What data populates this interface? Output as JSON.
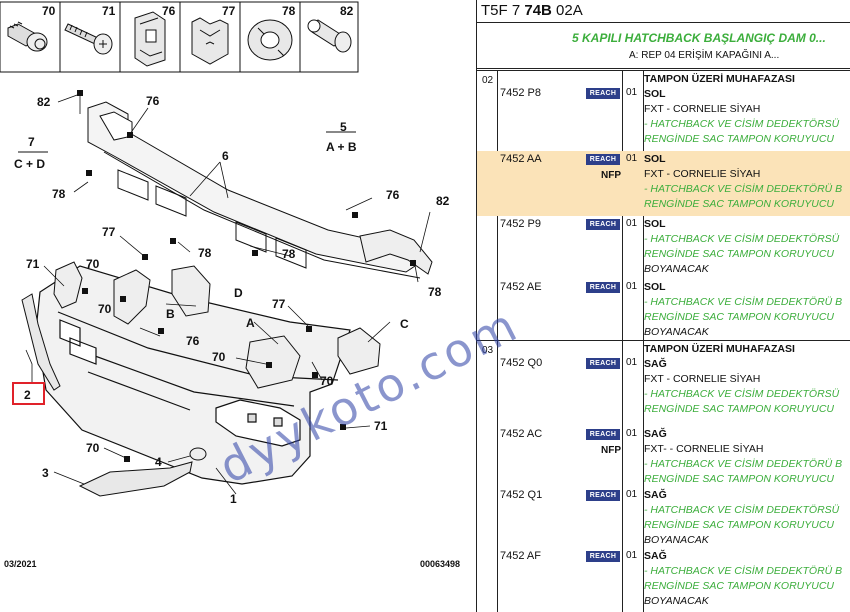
{
  "diagram": {
    "part_numbers": [
      "70",
      "71",
      "76",
      "77",
      "78",
      "82"
    ],
    "callouts": [
      "82",
      "76",
      "7",
      "C + D",
      "5",
      "A + B",
      "6",
      "78",
      "76",
      "82",
      "77",
      "78",
      "71",
      "70",
      "70",
      "D",
      "B",
      "78",
      "77",
      "A",
      "C",
      "76",
      "70",
      "70",
      "2",
      "71",
      "70",
      "4",
      "3",
      "1",
      "78"
    ],
    "date": "03/2021",
    "code": "00063498",
    "highlighted_item": "2"
  },
  "panel": {
    "ref_prefix": "T5F 7 ",
    "ref_bold": "74B",
    "ref_suffix": " 02A",
    "title": "5 KAPILI HATCHBACK BAŞLANGIÇ DAM 0...",
    "subtitle": "A: REP 04 ERİŞİM KAPAĞINI A...",
    "groups": [
      {
        "num": "02",
        "rows": [
          {
            "ref": "7452 P8",
            "reach": "REACH",
            "qty": "01",
            "nfp": "",
            "highlight": false,
            "lines": [
              [
                "h",
                "TAMPON ÜZERİ MUHAFAZASI"
              ],
              [
                "h",
                "SOL"
              ],
              [
                "n",
                "FXT - CORNELIE SİYAH"
              ],
              [
                "g",
                "- HATCHBACK VE CİSİM DEDEKTÖRSÜ"
              ],
              [
                "g",
                "RENGİNDE SAC TAMPON KORUYUCU"
              ]
            ]
          },
          {
            "ref": "7452 AA",
            "reach": "REACH",
            "qty": "01",
            "nfp": "NFP",
            "highlight": true,
            "lines": [
              [
                "h",
                "SOL"
              ],
              [
                "n",
                "FXT - CORNELIE SİYAH"
              ],
              [
                "g",
                "- HATCHBACK VE CİSİM DEDEKTÖRÜ B"
              ],
              [
                "g",
                "RENGİNDE SAC TAMPON KORUYUCU"
              ]
            ]
          },
          {
            "ref": "7452 P9",
            "reach": "REACH",
            "qty": "01",
            "nfp": "",
            "highlight": false,
            "lines": [
              [
                "h",
                "SOL"
              ],
              [
                "g",
                "- HATCHBACK VE CİSİM DEDEKTÖRSÜ"
              ],
              [
                "g",
                "RENGİNDE SAC TAMPON KORUYUCU"
              ],
              [
                "i",
                "BOYANACAK"
              ]
            ]
          },
          {
            "ref": "7452 AE",
            "reach": "REACH",
            "qty": "01",
            "nfp": "",
            "highlight": false,
            "lines": [
              [
                "h",
                "SOL"
              ],
              [
                "g",
                "- HATCHBACK VE CİSİM DEDEKTÖRÜ B"
              ],
              [
                "g",
                "RENGİNDE SAC TAMPON KORUYUCU"
              ],
              [
                "i",
                "BOYANACAK"
              ]
            ]
          }
        ]
      },
      {
        "num": "03",
        "rows": [
          {
            "ref": "7452 Q0",
            "reach": "REACH",
            "qty": "01",
            "nfp": "",
            "highlight": false,
            "lines": [
              [
                "h",
                "TAMPON ÜZERİ MUHAFAZASI"
              ],
              [
                "h",
                "SAĞ"
              ],
              [
                "n",
                "FXT - CORNELIE SİYAH"
              ],
              [
                "g",
                "- HATCHBACK VE CİSİM DEDEKTÖRSÜ"
              ],
              [
                "g",
                "RENGİNDE SAC TAMPON KORUYUCU"
              ]
            ]
          },
          {
            "ref": "7452 AC",
            "reach": "REACH",
            "qty": "01",
            "nfp": "NFP",
            "highlight": false,
            "lines": [
              [
                "h",
                "SAĞ"
              ],
              [
                "n",
                "FXT- - CORNELIE SİYAH"
              ],
              [
                "g",
                "- HATCHBACK VE CİSİM DEDEKTÖRÜ B"
              ],
              [
                "g",
                "RENGİNDE SAC TAMPON KORUYUCU"
              ]
            ]
          },
          {
            "ref": "7452 Q1",
            "reach": "REACH",
            "qty": "01",
            "nfp": "",
            "highlight": false,
            "lines": [
              [
                "h",
                "SAĞ"
              ],
              [
                "g",
                "- HATCHBACK VE CİSİM DEDEKTÖRSÜ"
              ],
              [
                "g",
                "RENGİNDE SAC TAMPON KORUYUCU"
              ],
              [
                "i",
                "BOYANACAK"
              ]
            ]
          },
          {
            "ref": "7452 AF",
            "reach": "REACH",
            "qty": "01",
            "nfp": "",
            "highlight": false,
            "lines": [
              [
                "h",
                "SAĞ"
              ],
              [
                "g",
                "- HATCHBACK VE CİSİM DEDEKTÖRÜ B"
              ],
              [
                "g",
                "RENGİNDE SAC TAMPON KORUYUCU"
              ],
              [
                "i",
                "BOYANACAK"
              ]
            ]
          }
        ]
      }
    ]
  },
  "watermark": "dyykoto.com"
}
